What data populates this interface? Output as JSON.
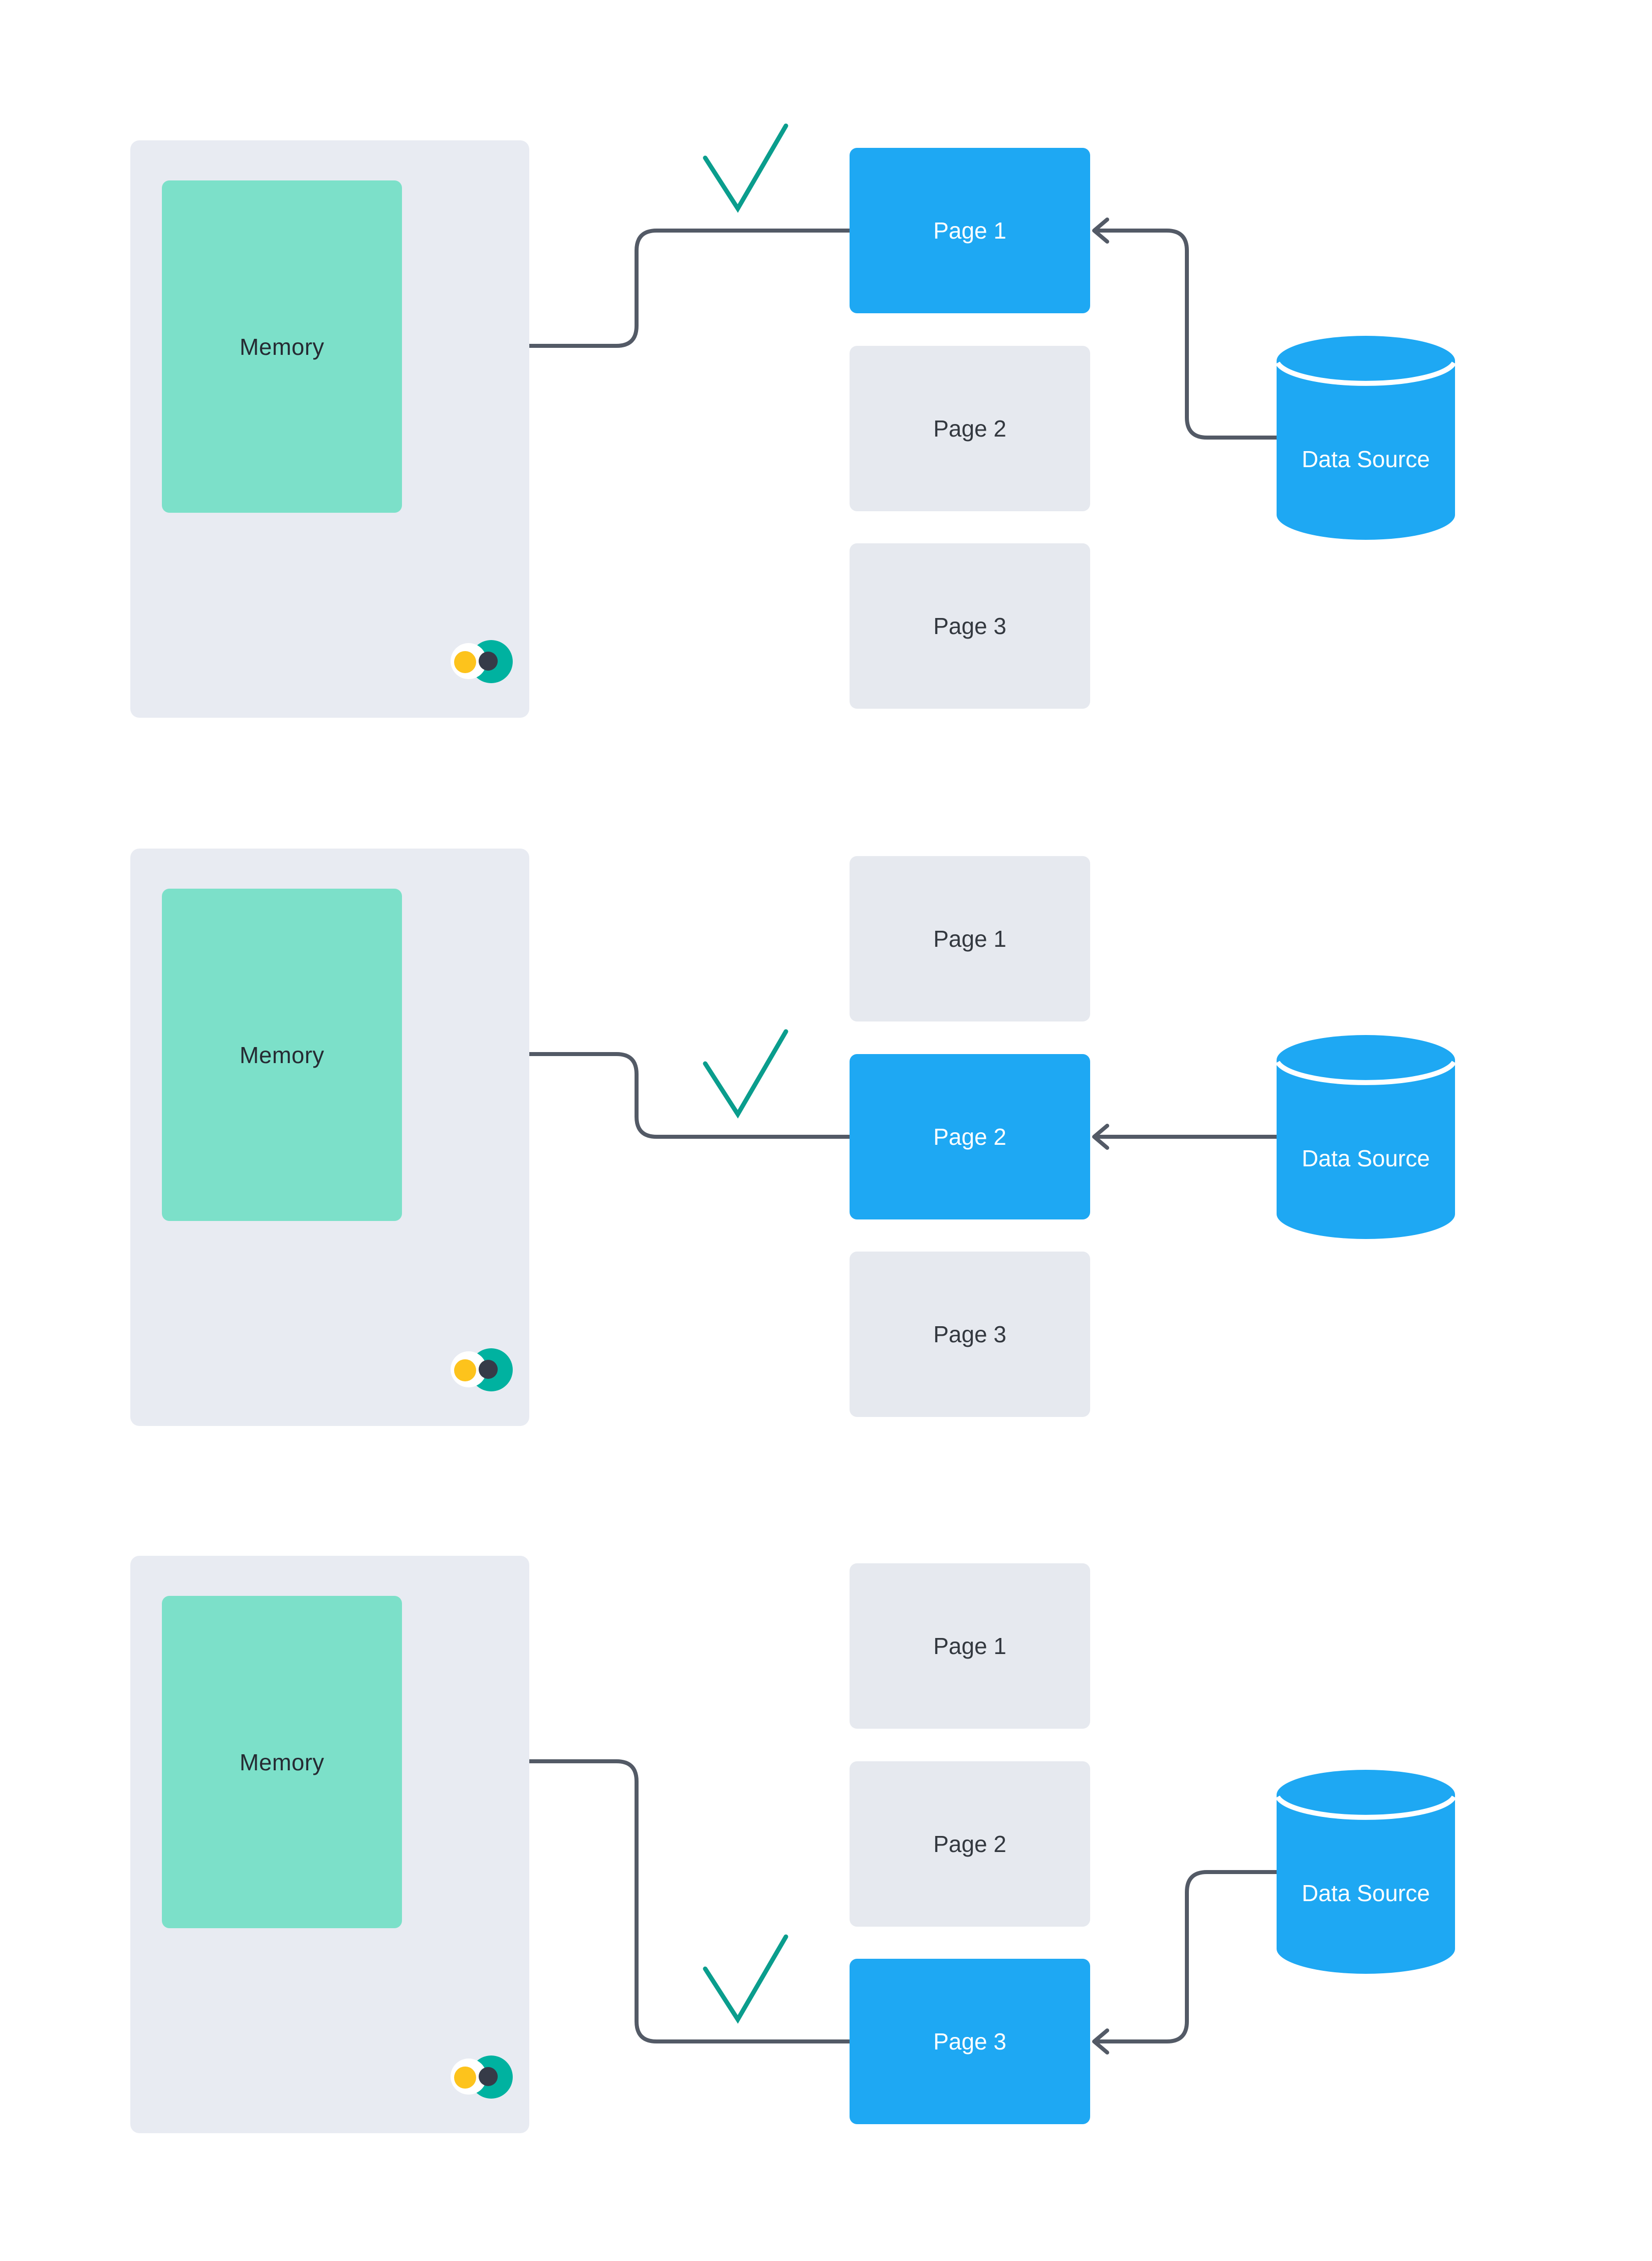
{
  "figure": {
    "description_labels": {
      "memory": "Memory",
      "data_source": "Data Source"
    }
  },
  "colors": {
    "primary_blue": "#1ea8f3",
    "memory_teal": "#7ce0c9",
    "panel_gray": "#e8ebf2",
    "page_gray": "#e6e9ef",
    "connector_slate": "#535a66",
    "check_teal": "#0a9d8d",
    "text_dark": "#2f343c",
    "logo_yellow": "#fdc31c",
    "logo_navy": "#363b48",
    "logo_teal": "#00b2a0"
  },
  "panels": [
    {
      "name": "step-1",
      "memory_label": "Memory",
      "data_source_label": "Data Source",
      "active_page": "Page 1",
      "pages": [
        {
          "label": "Page 1",
          "active": true
        },
        {
          "label": "Page 2",
          "active": false
        },
        {
          "label": "Page 3",
          "active": false
        }
      ]
    },
    {
      "name": "step-2",
      "memory_label": "Memory",
      "data_source_label": "Data Source",
      "active_page": "Page 2",
      "pages": [
        {
          "label": "Page 1",
          "active": false
        },
        {
          "label": "Page 2",
          "active": true
        },
        {
          "label": "Page 3",
          "active": false
        }
      ]
    },
    {
      "name": "step-3",
      "memory_label": "Memory",
      "data_source_label": "Data Source",
      "active_page": "Page 3",
      "pages": [
        {
          "label": "Page 1",
          "active": false
        },
        {
          "label": "Page 2",
          "active": false
        },
        {
          "label": "Page 3",
          "active": true
        }
      ]
    }
  ]
}
